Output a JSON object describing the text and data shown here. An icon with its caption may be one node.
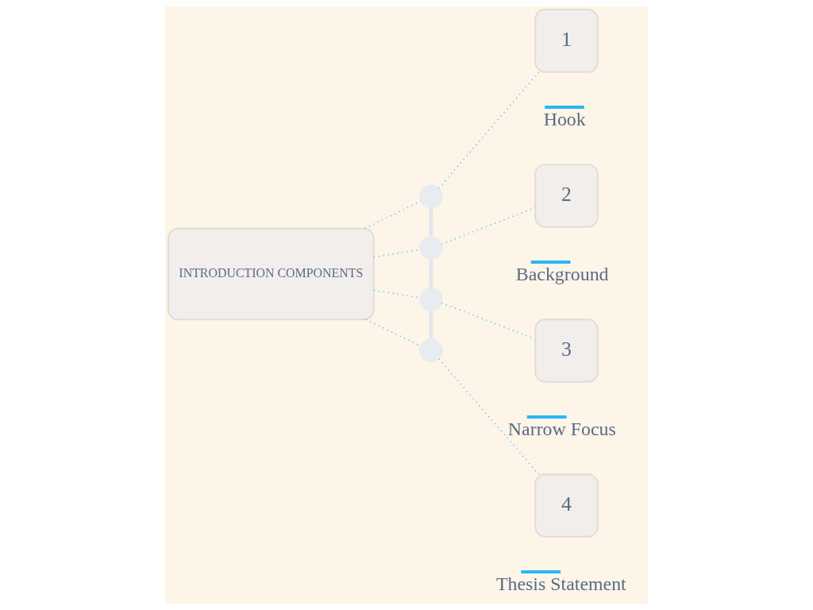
{
  "diagram": {
    "nodes": [
      {
        "text": [
          "INTRODUCTION COMPONENTS"
        ]
      },
      {
        "text": [],
        "shape": "circle"
      },
      {
        "text": [],
        "shape": "circle"
      },
      {
        "text": [],
        "shape": "circle"
      },
      {
        "text": [],
        "shape": "circle"
      },
      {
        "text": [
          "1"
        ],
        "beside": [
          "Hook"
        ]
      },
      {
        "text": [
          "2"
        ],
        "beside": [
          "Background"
        ]
      },
      {
        "text": [
          "3"
        ],
        "beside": [
          "Narrow Focus"
        ]
      },
      {
        "text": [
          "4"
        ],
        "beside": [
          "Thesis Statement"
        ]
      }
    ],
    "edges": [
      {
        "from": 1,
        "to": 2,
        "arrow": "none",
        "style": "thick",
        "color": "#e4e7ec"
      },
      {
        "from": 2,
        "to": 3,
        "arrow": "none",
        "style": "thick",
        "color": "#e4e7ec"
      },
      {
        "from": 3,
        "to": 4,
        "arrow": "none",
        "style": "thick",
        "color": "#e4e7ec"
      },
      {
        "from": 0,
        "to": 1,
        "arrow": "none",
        "style": "dashed"
      },
      {
        "from": 0,
        "to": 2,
        "arrow": "none",
        "style": "dashed"
      },
      {
        "from": 0,
        "to": 3,
        "arrow": "none",
        "style": "dashed"
      },
      {
        "from": 0,
        "to": 4,
        "arrow": "none",
        "style": "dashed"
      },
      {
        "from": 1,
        "to": 5,
        "arrow": "none",
        "style": "dashed"
      },
      {
        "from": 2,
        "to": 6,
        "arrow": "none",
        "style": "dashed"
      },
      {
        "from": 3,
        "to": 7,
        "arrow": "none",
        "style": "dashed"
      },
      {
        "from": 4,
        "to": 8,
        "arrow": "none",
        "style": "dashed"
      }
    ]
  }
}
